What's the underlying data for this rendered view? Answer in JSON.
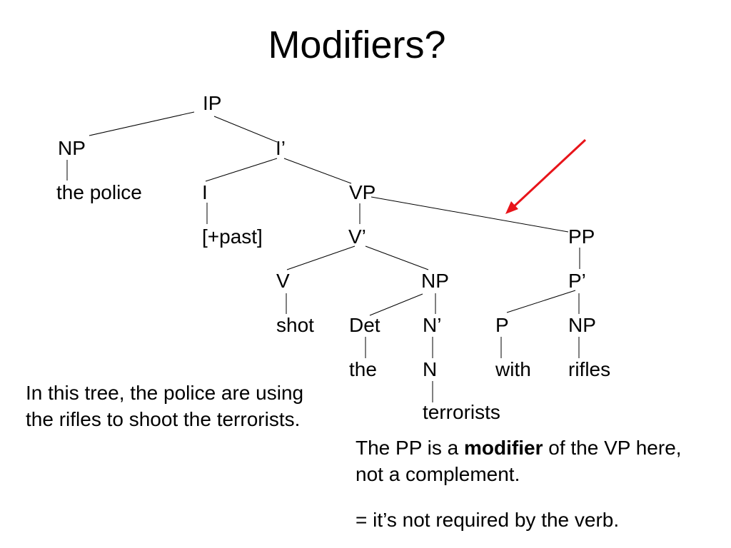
{
  "slide": {
    "title": "Modifiers?"
  },
  "tree": {
    "nodes": [
      {
        "id": "ip",
        "label": "IP"
      },
      {
        "id": "np_subj",
        "label": "NP"
      },
      {
        "id": "ibar",
        "label": "I’"
      },
      {
        "id": "the_police",
        "label": "the police"
      },
      {
        "id": "i",
        "label": "I"
      },
      {
        "id": "vp",
        "label": "VP"
      },
      {
        "id": "past",
        "label": "[+past]"
      },
      {
        "id": "vbar",
        "label": "V’"
      },
      {
        "id": "pp",
        "label": "PP"
      },
      {
        "id": "v",
        "label": "V"
      },
      {
        "id": "np_obj",
        "label": "NP"
      },
      {
        "id": "pbar",
        "label": "P’"
      },
      {
        "id": "shot",
        "label": "shot"
      },
      {
        "id": "det",
        "label": "Det"
      },
      {
        "id": "nbar",
        "label": "N’"
      },
      {
        "id": "p",
        "label": "P"
      },
      {
        "id": "np_rifles",
        "label": "NP"
      },
      {
        "id": "the",
        "label": "the"
      },
      {
        "id": "n",
        "label": "N"
      },
      {
        "id": "with",
        "label": "with"
      },
      {
        "id": "rifles",
        "label": "rifles"
      },
      {
        "id": "terrorists",
        "label": "terrorists"
      }
    ],
    "arrow_color": "#e8141a"
  },
  "notes": {
    "left": "In this tree, the police are using the rifles to shoot the terrorists.",
    "right_before": "The PP is a ",
    "right_bold": "modifier",
    "right_after": " of the VP here, not a complement.",
    "bottom": "= it’s not required by the verb."
  }
}
